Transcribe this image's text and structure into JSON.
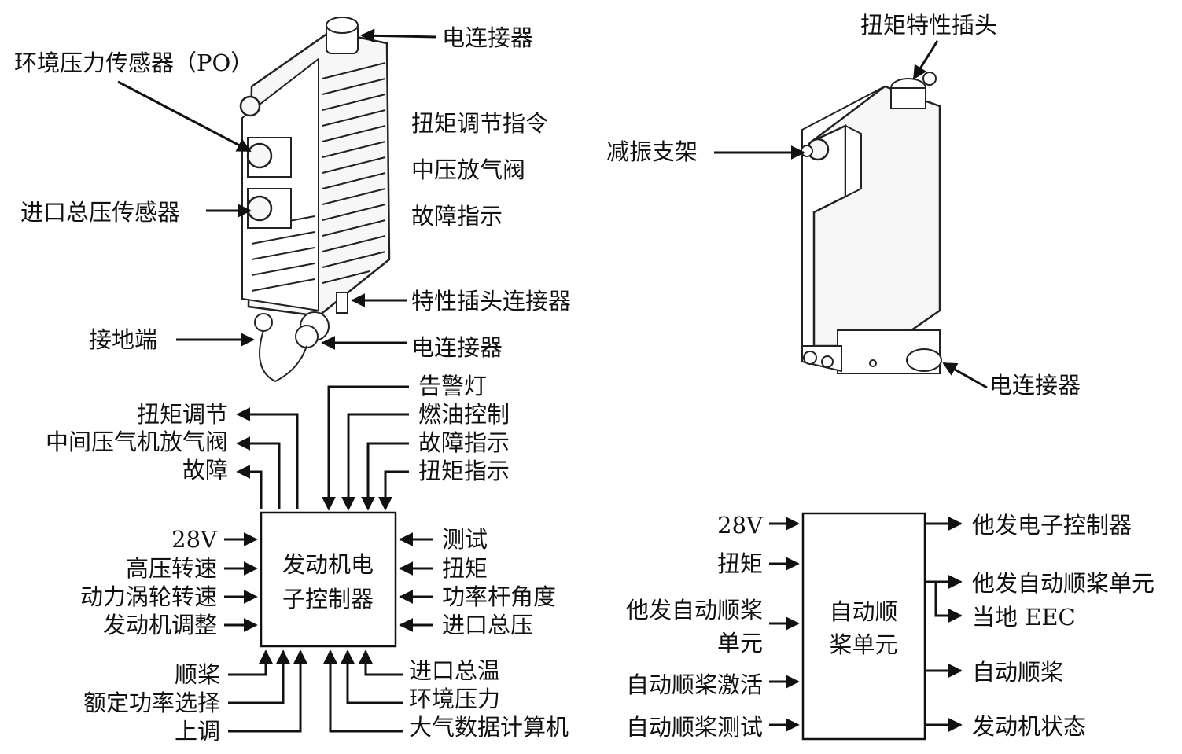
{
  "top_left_device": {
    "labels": {
      "connector_top": "电连接器",
      "ambient_sensor": "环境压力传感器（PO）",
      "torque_cmd": "扭矩调节指令",
      "ip_bleed": "中压放气阀",
      "fault_ind": "故障指示",
      "inlet_sensor": "进口总压传感器",
      "plug_connector": "特性插头连接器",
      "ground": "接地端",
      "connector_bottom": "电连接器"
    }
  },
  "top_right_device": {
    "labels": {
      "torque_plug": "扭矩特性插头",
      "damper": "减振支架",
      "connector": "电连接器"
    }
  },
  "eec_diagram": {
    "box_line1": "发动机电",
    "box_line2": "子控制器",
    "top_left_outputs": [
      "扭矩调节",
      "中间压气机放气阀",
      "故障"
    ],
    "top_right_outputs": [
      "告警灯",
      "燃油控制",
      "故障指示",
      "扭矩指示"
    ],
    "left_inputs": [
      "28V",
      "高压转速",
      "动力涡轮转速",
      "发动机调整"
    ],
    "right_inputs": [
      "测试",
      "扭矩",
      "功率杆角度",
      "进口总压"
    ],
    "bottom_left_inputs": [
      "顺桨",
      "额定功率选择",
      "上调"
    ],
    "bottom_right_inputs": [
      "进口总温",
      "环境压力",
      "大气数据计算机"
    ]
  },
  "afu_diagram": {
    "box_line1": "自动顺",
    "box_line2": "桨单元",
    "inputs": [
      "28V",
      "扭矩",
      "他发自动顺桨",
      "单元",
      "自动顺桨激活",
      "自动顺桨测试"
    ],
    "outputs": [
      "他发电子控制器",
      "他发自动顺桨单元",
      "当地 EEC",
      "自动顺桨",
      "发动机状态"
    ]
  }
}
